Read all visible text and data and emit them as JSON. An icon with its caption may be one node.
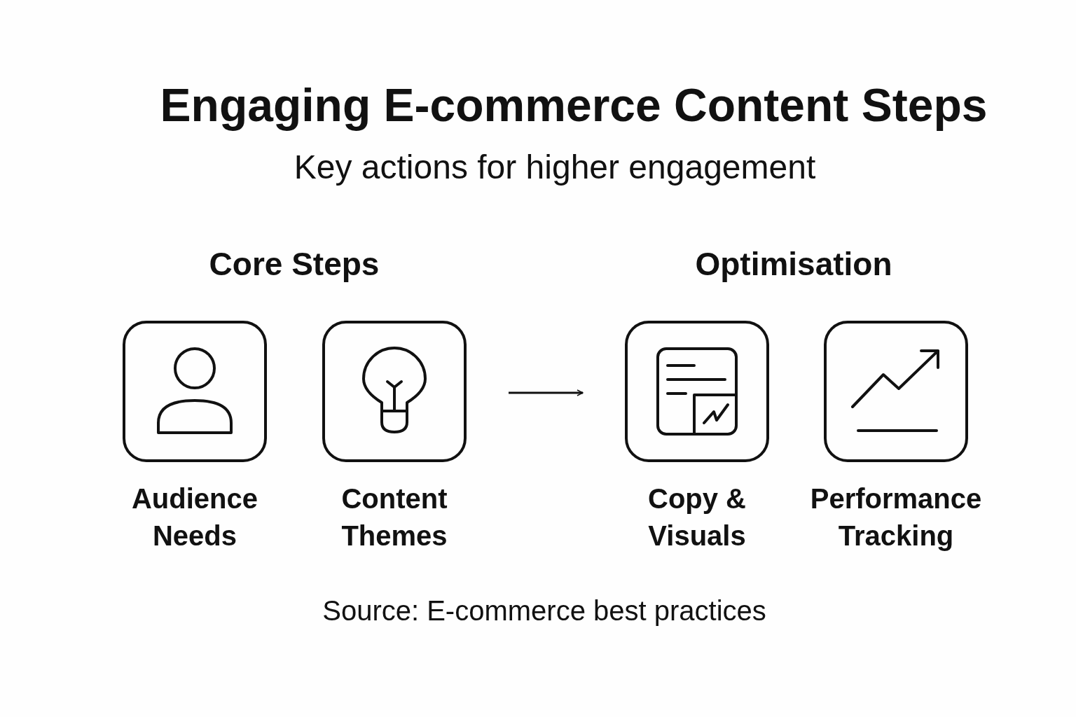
{
  "diagram": {
    "title": "Engaging E-commerce Content Steps",
    "caption": "Source: E-commerce best practices",
    "nodes": [
      {
        "text": [
          "Audience Needs"
        ]
      },
      {
        "text": [
          "Content Themes"
        ]
      },
      {
        "text": [
          "Copy & Visuals"
        ]
      },
      {
        "text": [
          "Performance Tracking"
        ]
      }
    ],
    "edges": [
      {
        "from": 1,
        "to": 2,
        "arrow": "to"
      }
    ],
    "labels": [
      "Key actions for higher engagement",
      "Core Steps",
      "Optimisation"
    ]
  }
}
